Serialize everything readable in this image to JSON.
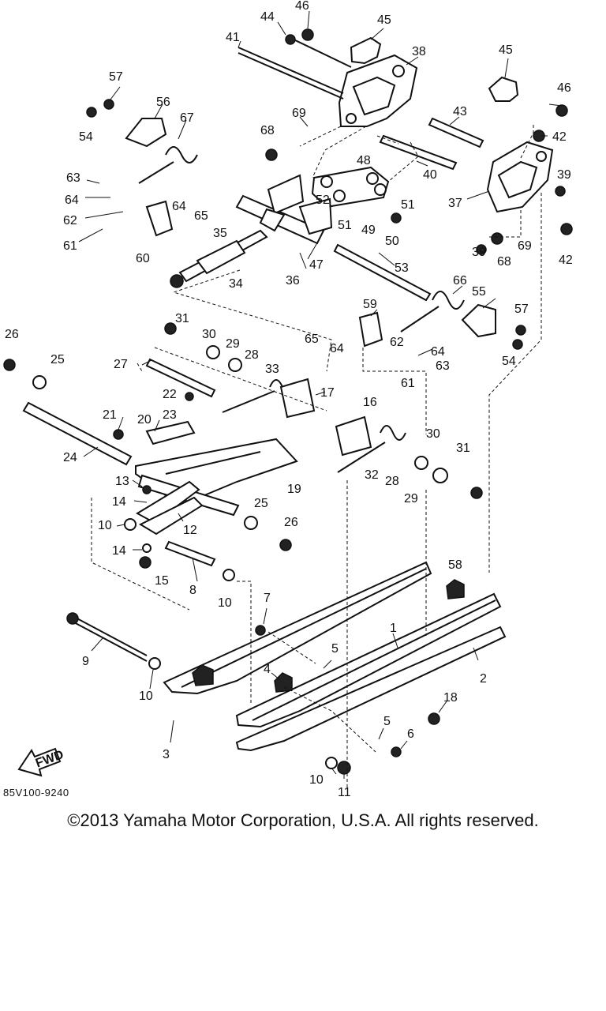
{
  "diagram": {
    "code": "85V100-9240",
    "direction_arrow_label": "FWD",
    "callouts": [
      {
        "id": "c1",
        "text": "1"
      },
      {
        "id": "c2",
        "text": "2"
      },
      {
        "id": "c3",
        "text": "3"
      },
      {
        "id": "c4",
        "text": "4"
      },
      {
        "id": "c5a",
        "text": "5"
      },
      {
        "id": "c5b",
        "text": "5"
      },
      {
        "id": "c6",
        "text": "6"
      },
      {
        "id": "c7",
        "text": "7"
      },
      {
        "id": "c8",
        "text": "8"
      },
      {
        "id": "c9",
        "text": "9"
      },
      {
        "id": "c10a",
        "text": "10"
      },
      {
        "id": "c10b",
        "text": "10"
      },
      {
        "id": "c10c",
        "text": "10"
      },
      {
        "id": "c10d",
        "text": "10"
      },
      {
        "id": "c11",
        "text": "11"
      },
      {
        "id": "c12",
        "text": "12"
      },
      {
        "id": "c13",
        "text": "13"
      },
      {
        "id": "c14a",
        "text": "14"
      },
      {
        "id": "c14b",
        "text": "14"
      },
      {
        "id": "c15",
        "text": "15"
      },
      {
        "id": "c16",
        "text": "16"
      },
      {
        "id": "c17",
        "text": "17"
      },
      {
        "id": "c18",
        "text": "18"
      },
      {
        "id": "c19",
        "text": "19"
      },
      {
        "id": "c20",
        "text": "20"
      },
      {
        "id": "c21",
        "text": "21"
      },
      {
        "id": "c22",
        "text": "22"
      },
      {
        "id": "c23",
        "text": "23"
      },
      {
        "id": "c24",
        "text": "24"
      },
      {
        "id": "c25a",
        "text": "25"
      },
      {
        "id": "c25b",
        "text": "25"
      },
      {
        "id": "c26a",
        "text": "26"
      },
      {
        "id": "c26b",
        "text": "26"
      },
      {
        "id": "c27",
        "text": "27"
      },
      {
        "id": "c28a",
        "text": "28"
      },
      {
        "id": "c28b",
        "text": "28"
      },
      {
        "id": "c29a",
        "text": "29"
      },
      {
        "id": "c29b",
        "text": "29"
      },
      {
        "id": "c30a",
        "text": "30"
      },
      {
        "id": "c30b",
        "text": "30"
      },
      {
        "id": "c31a",
        "text": "31"
      },
      {
        "id": "c31b",
        "text": "31"
      },
      {
        "id": "c32",
        "text": "32"
      },
      {
        "id": "c33",
        "text": "33"
      },
      {
        "id": "c34",
        "text": "34"
      },
      {
        "id": "c35",
        "text": "35"
      },
      {
        "id": "c36",
        "text": "36"
      },
      {
        "id": "c37",
        "text": "37"
      },
      {
        "id": "c38",
        "text": "38"
      },
      {
        "id": "c39a",
        "text": "39"
      },
      {
        "id": "c39b",
        "text": "39"
      },
      {
        "id": "c40",
        "text": "40"
      },
      {
        "id": "c41",
        "text": "41"
      },
      {
        "id": "c42a",
        "text": "42"
      },
      {
        "id": "c42b",
        "text": "42"
      },
      {
        "id": "c43",
        "text": "43"
      },
      {
        "id": "c44",
        "text": "44"
      },
      {
        "id": "c45a",
        "text": "45"
      },
      {
        "id": "c45b",
        "text": "45"
      },
      {
        "id": "c46a",
        "text": "46"
      },
      {
        "id": "c46b",
        "text": "46"
      },
      {
        "id": "c47",
        "text": "47"
      },
      {
        "id": "c48",
        "text": "48"
      },
      {
        "id": "c49",
        "text": "49"
      },
      {
        "id": "c50",
        "text": "50"
      },
      {
        "id": "c51a",
        "text": "51"
      },
      {
        "id": "c51b",
        "text": "51"
      },
      {
        "id": "c52",
        "text": "52"
      },
      {
        "id": "c53",
        "text": "53"
      },
      {
        "id": "c54a",
        "text": "54"
      },
      {
        "id": "c54b",
        "text": "54"
      },
      {
        "id": "c55",
        "text": "55"
      },
      {
        "id": "c56",
        "text": "56"
      },
      {
        "id": "c57a",
        "text": "57"
      },
      {
        "id": "c57b",
        "text": "57"
      },
      {
        "id": "c58",
        "text": "58"
      },
      {
        "id": "c59",
        "text": "59"
      },
      {
        "id": "c60",
        "text": "60"
      },
      {
        "id": "c61a",
        "text": "61"
      },
      {
        "id": "c61b",
        "text": "61"
      },
      {
        "id": "c62a",
        "text": "62"
      },
      {
        "id": "c62b",
        "text": "62"
      },
      {
        "id": "c63a",
        "text": "63"
      },
      {
        "id": "c63b",
        "text": "63"
      },
      {
        "id": "c64a",
        "text": "64"
      },
      {
        "id": "c64b",
        "text": "64"
      },
      {
        "id": "c64c",
        "text": "64"
      },
      {
        "id": "c64d",
        "text": "64"
      },
      {
        "id": "c65a",
        "text": "65"
      },
      {
        "id": "c65b",
        "text": "65"
      },
      {
        "id": "c66",
        "text": "66"
      },
      {
        "id": "c67",
        "text": "67"
      },
      {
        "id": "c68a",
        "text": "68"
      },
      {
        "id": "c68b",
        "text": "68"
      },
      {
        "id": "c69a",
        "text": "69"
      },
      {
        "id": "c69b",
        "text": "69"
      }
    ]
  },
  "footer": {
    "copyright": "©2013 Yamaha Motor Corporation, U.S.A. All rights reserved."
  }
}
